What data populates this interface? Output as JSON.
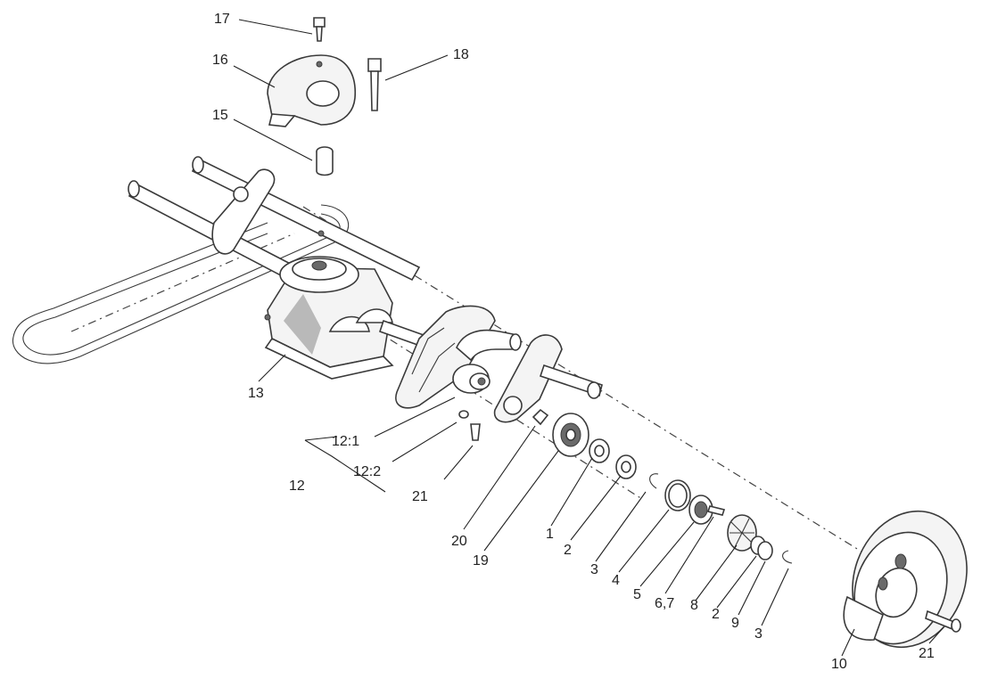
{
  "callouts": {
    "c1": "1",
    "c2a": "2",
    "c2b": "2",
    "c3a": "3",
    "c3b": "3",
    "c4": "4",
    "c5": "5",
    "c67": "6,7",
    "c8": "8",
    "c9": "9",
    "c10": "10",
    "c12": "12",
    "c12_1": "12:1",
    "c12_2": "12:2",
    "c13": "13",
    "c15": "15",
    "c16": "16",
    "c17": "17",
    "c18": "18",
    "c19": "19",
    "c20": "20",
    "c21a": "21",
    "c21b": "21"
  }
}
